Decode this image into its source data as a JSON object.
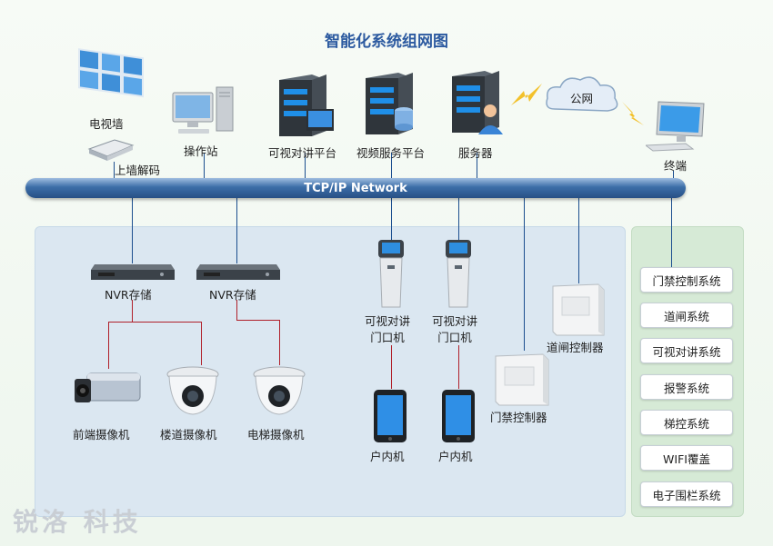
{
  "title": "智能化系统组网图",
  "network": {
    "label": "TCP/IP Network"
  },
  "top_devices": {
    "video_wall": "电视墙",
    "decoder": "上墙解码",
    "workstation": "操作站",
    "intercom_platform": "可视对讲平台",
    "video_platform": "视频服务平台",
    "server": "服务器",
    "internet": "公网",
    "terminal": "终端"
  },
  "nvr": [
    "NVR存储",
    "NVR存储"
  ],
  "cameras": {
    "front": "前端摄像机",
    "corridor": "楼道摄像机",
    "elevator": "电梯摄像机"
  },
  "intercom_units": [
    "可视对讲\n门口机",
    "可视对讲\n门口机"
  ],
  "indoor_units": [
    "户内机",
    "户内机"
  ],
  "controllers": {
    "gate": "道闸控制器",
    "access": "门禁控制器"
  },
  "systems": [
    "门禁控制系统",
    "道闸系统",
    "可视对讲系统",
    "报警系统",
    "梯控系统",
    "WIFI覆盖",
    "电子围栏系统"
  ],
  "brand": "锐洛 科技",
  "colors": {
    "bus": "#2c5aa0",
    "data_line": "#1c4f8f",
    "red_line": "#b0202a",
    "title": "#2c5aa0"
  }
}
